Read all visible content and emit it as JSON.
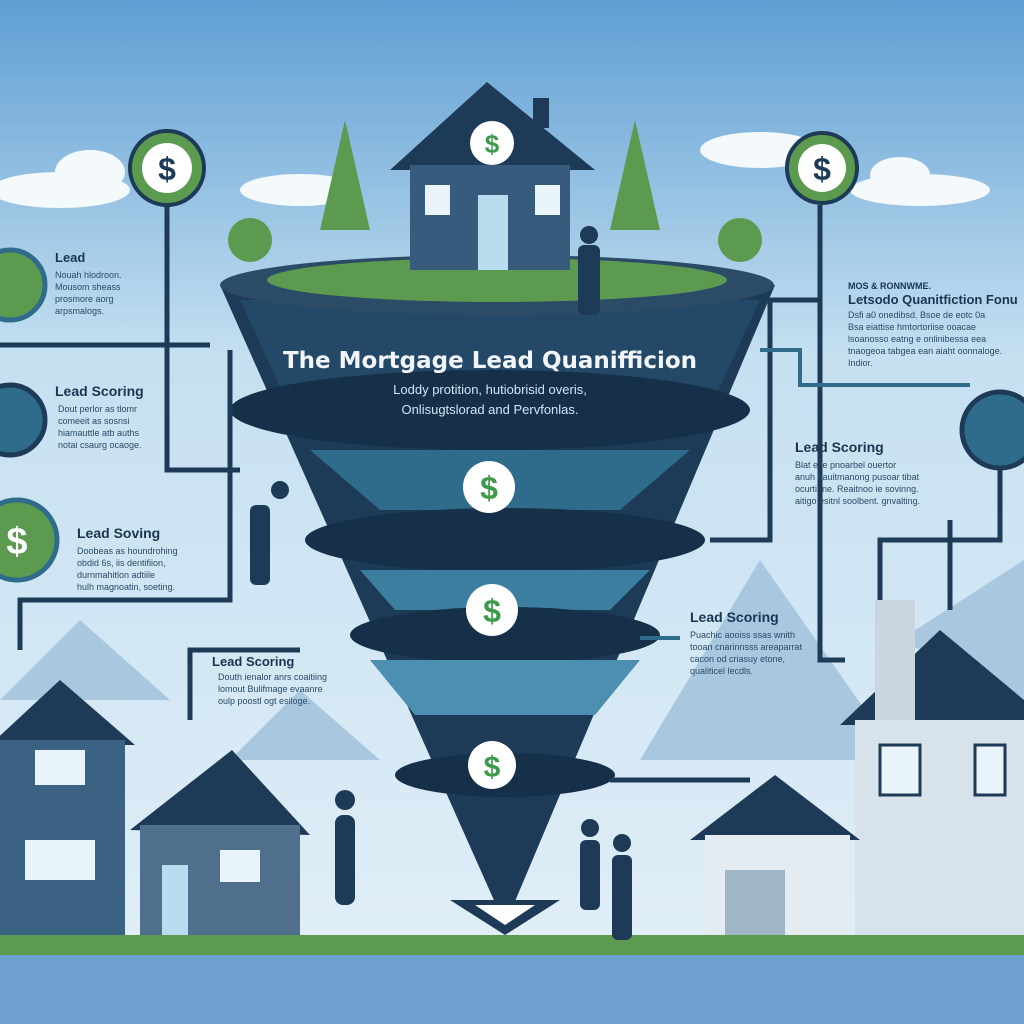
{
  "title": "The Mortgage Lead Quanifficion",
  "subtitle": [
    "Loddy protition, hutiobrisid overis,",
    "Onlisugtslorad and Pervfonlas."
  ],
  "colors": {
    "sky": "#bcd9ee",
    "navy": "#1d3a57",
    "teal": "#2f6b8a",
    "green": "#5c9a4f",
    "coin": "#3c9a4a"
  },
  "icons": [
    "dollar-coin-icon",
    "document-icon",
    "arrow-icon",
    "house-icon"
  ],
  "labels": [
    {
      "heading": "Lead",
      "lines": [
        "Nouah hlodroon.",
        "Mousom sheass",
        "prosmore aorg",
        "arpsmalogs."
      ]
    },
    {
      "heading": "Lead Scoring",
      "lines": [
        "Dout perlor as tlomr",
        "comeeit as sosnsi",
        "hiamauttle atb auths",
        "notai csaurg ocaoge."
      ]
    },
    {
      "heading": "Lead Soving",
      "lines": [
        "Doobeas as houndrohing",
        "obdid 6s, iis dentifiion,",
        "durnmahitlon adtiile",
        "hulh magnoatin, soeting."
      ]
    },
    {
      "heading": "Lead Scoring",
      "lines": [
        "Douth ienalor anrs coaitiing",
        "lomout Bulifmage evaanre",
        "oulp poostl ogt esiloge."
      ]
    },
    {
      "heading": "Lead Scoring",
      "lines": [
        "Puachic aooiss ssas wnith",
        "tooan cnarinnsss areaparrat",
        "cacon od criasuy etone,",
        "qualiticel lecdls."
      ]
    },
    {
      "heading": "Lead Scoring",
      "lines": [
        "Blat ese pnoarbel ouertor",
        "anuh hauitmanong pusoar tibat",
        "ocurtinne. Reaitnoo ie sovinng.",
        "aitigo esitnl soolbent. gnvalting."
      ]
    },
    {
      "heading": "Letsodo Quanitfiction Fonu",
      "kicker": "MOS & RONNWME.",
      "lines": [
        "Dsfi a0 onedibsd. Bsoe de eotc 0a",
        "Bsa eiattise hmtortoriise ooacae",
        "lsoanosso eatng e onlinibessa eea",
        "tnaogeoa tabgea ean aiaht oonnaloge.",
        "Indior."
      ]
    }
  ]
}
